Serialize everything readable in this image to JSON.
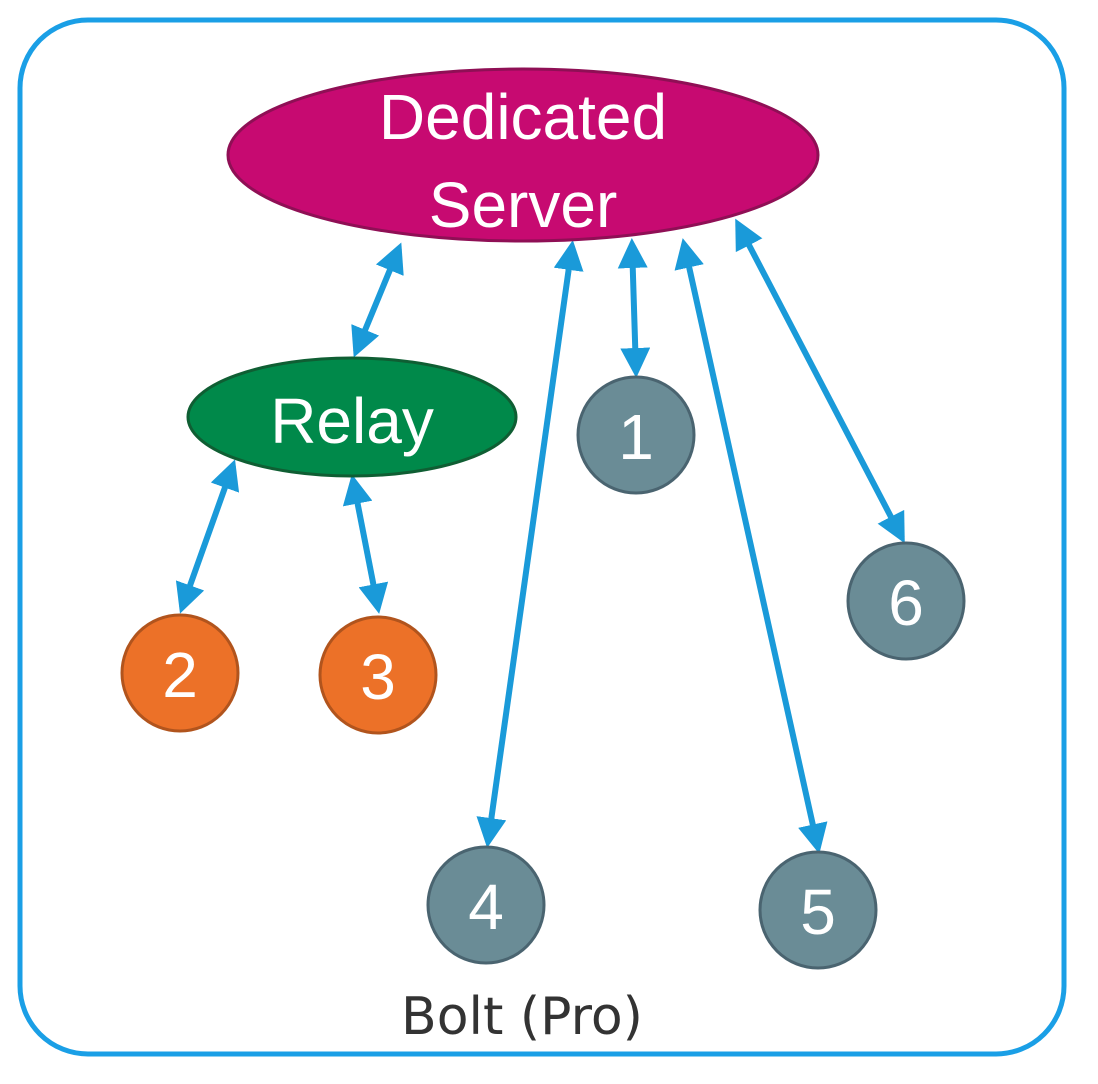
{
  "caption": "Bolt (Pro)",
  "nodes": {
    "server": {
      "line1": "Dedicated",
      "line2": "Server"
    },
    "relay": {
      "label": "Relay"
    },
    "peer1": {
      "label": "1"
    },
    "peer2": {
      "label": "2"
    },
    "peer3": {
      "label": "3"
    },
    "peer4": {
      "label": "4"
    },
    "peer5": {
      "label": "5"
    },
    "peer6": {
      "label": "6"
    }
  },
  "colors": {
    "frame": "#1a9fe6",
    "server": "#c70a71",
    "relay": "#00894a",
    "client_peer": "#6a8c96",
    "relayed_peer": "#ec7128",
    "connection": "#1a9ad9"
  }
}
